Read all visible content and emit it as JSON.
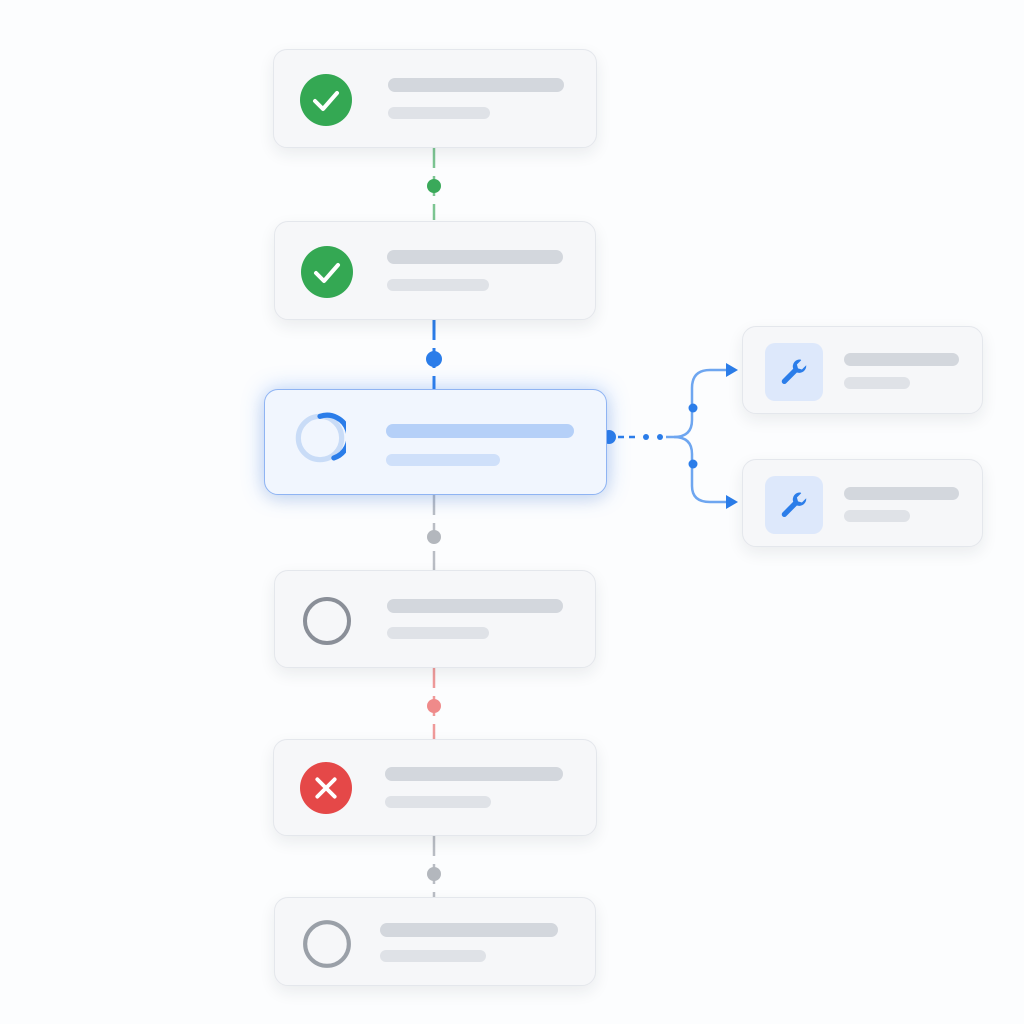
{
  "steps": [
    {
      "status": "completed",
      "icon": "check-icon",
      "color": "#34a853"
    },
    {
      "status": "completed",
      "icon": "check-icon",
      "color": "#34a853"
    },
    {
      "status": "in-progress",
      "icon": "progress-spinner-icon",
      "color": "#2b7de9"
    },
    {
      "status": "pending",
      "icon": "empty-circle-icon",
      "color": "#8a8f98"
    },
    {
      "status": "failed",
      "icon": "error-x-icon",
      "color": "#e54848"
    },
    {
      "status": "pending",
      "icon": "empty-circle-icon",
      "color": "#9aa0a8"
    }
  ],
  "branches": [
    {
      "icon": "wrench-icon",
      "color": "#2b7de9"
    },
    {
      "icon": "wrench-icon",
      "color": "#2b7de9"
    }
  ],
  "colors": {
    "success": "#34a853",
    "active": "#2b7de9",
    "pending": "#b7bcc3",
    "error": "#e57373",
    "placeholder_bar": "#d3d7dd",
    "active_bar": "#b5d0f8"
  }
}
